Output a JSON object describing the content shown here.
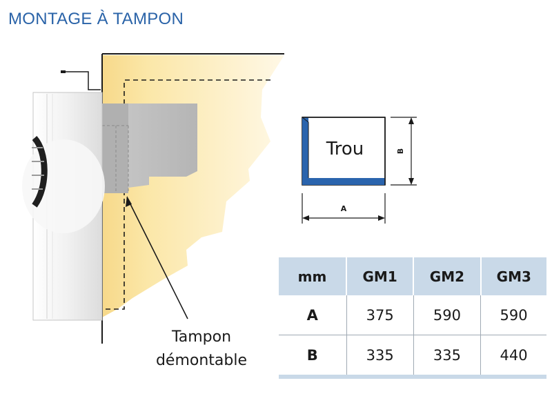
{
  "title": "MONTAGE À TAMPON",
  "diagram": {
    "hole_label": "Trou",
    "dim_a_label": "A",
    "dim_b_label": "B",
    "callout_line1": "Tampon",
    "callout_line2": "démontable"
  },
  "table": {
    "headers": [
      "mm",
      "GM1",
      "GM2",
      "GM3"
    ],
    "rows": [
      {
        "label": "A",
        "values": [
          "375",
          "590",
          "590"
        ]
      },
      {
        "label": "B",
        "values": [
          "335",
          "335",
          "440"
        ]
      }
    ]
  },
  "colors": {
    "title": "#2a63a8",
    "wall_fill": "#fbeaa9",
    "blue_frame": "#2a64ad",
    "table_header": "#c9d9e8"
  }
}
